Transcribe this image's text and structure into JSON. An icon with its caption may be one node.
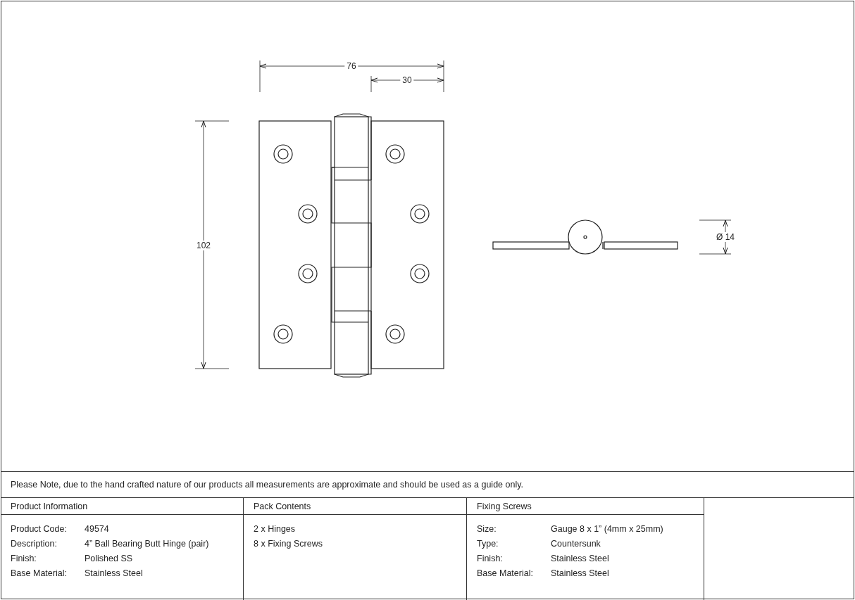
{
  "diagram": {
    "labels": [
      "76",
      "30",
      "102",
      "Ø 14",
      "Please Note, due to the hand crafted nature of our products all measurements are approximate and should be used as a guide only.",
      "Product Information",
      "Pack Contents",
      "Fixing Screws",
      "Product Code:",
      "49574",
      "Description:",
      "4” Ball Bearing Butt Hinge (pair)",
      "Finish:",
      "Polished SS",
      "Base Material:",
      "Stainless Steel",
      "2 x Hinges",
      "8 x Fixing Screws",
      "Size:",
      "Gauge 8 x 1” (4mm x 25mm)",
      "Type:",
      "Countersunk",
      "Finish:",
      "Stainless Steel",
      "Base Material:",
      "Stainless Steel"
    ]
  }
}
